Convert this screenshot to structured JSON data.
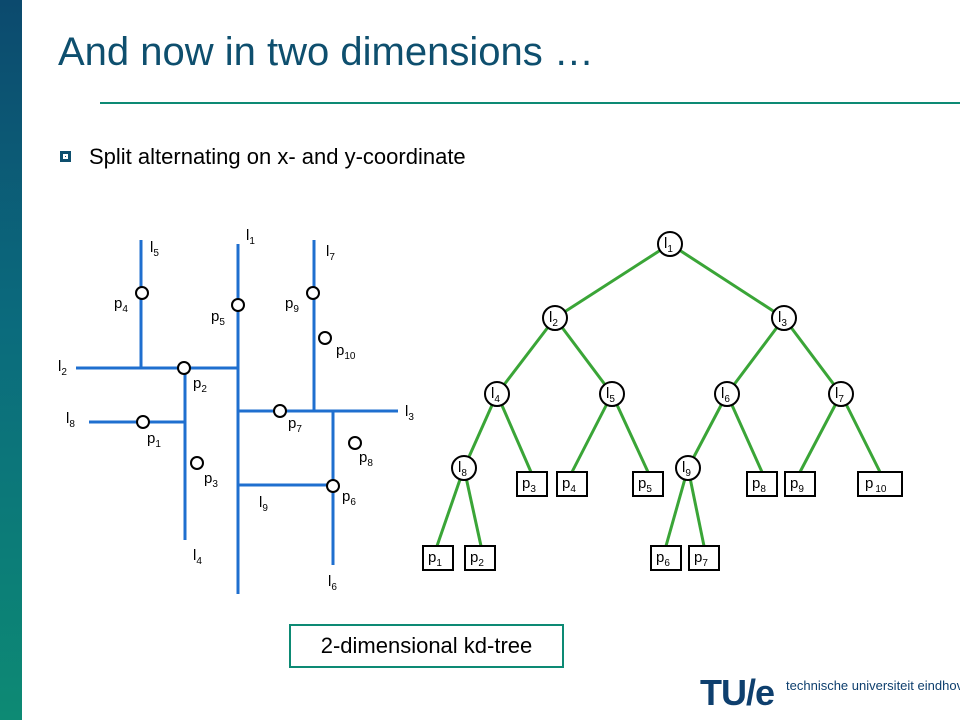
{
  "slide": {
    "title": "And now in two dimensions …",
    "bullet": "Split alternating on x- and y-coordinate",
    "caption": "2-dimensional kd-tree"
  },
  "logo": {
    "mark": "TU/e",
    "text": "technische universiteit eindhoven"
  },
  "colors": {
    "plane_lines": "#1f6fcf",
    "tree_edges": "#3aa537",
    "accent": "#0e4f6e"
  },
  "plane": {
    "lines": [
      {
        "name": "l",
        "sub": "1"
      },
      {
        "name": "l",
        "sub": "2"
      },
      {
        "name": "l",
        "sub": "3"
      },
      {
        "name": "l",
        "sub": "4"
      },
      {
        "name": "l",
        "sub": "5"
      },
      {
        "name": "l",
        "sub": "6"
      },
      {
        "name": "l",
        "sub": "7"
      },
      {
        "name": "l",
        "sub": "8"
      },
      {
        "name": "l",
        "sub": "9"
      }
    ],
    "points": [
      {
        "name": "p",
        "sub": "1"
      },
      {
        "name": "p",
        "sub": "2"
      },
      {
        "name": "p",
        "sub": "3"
      },
      {
        "name": "p",
        "sub": "4"
      },
      {
        "name": "p",
        "sub": "5"
      },
      {
        "name": "p",
        "sub": "6"
      },
      {
        "name": "p",
        "sub": "7"
      },
      {
        "name": "p",
        "sub": "8"
      },
      {
        "name": "p",
        "sub": "9"
      },
      {
        "name": "p",
        "sub": "10"
      }
    ]
  },
  "tree": {
    "internal_nodes": [
      "1",
      "2",
      "3",
      "4",
      "5",
      "6",
      "7",
      "8",
      "9"
    ],
    "leaves": [
      "3",
      "4",
      "5",
      "8",
      "9",
      "10",
      "1",
      "2",
      "6",
      "7"
    ]
  }
}
